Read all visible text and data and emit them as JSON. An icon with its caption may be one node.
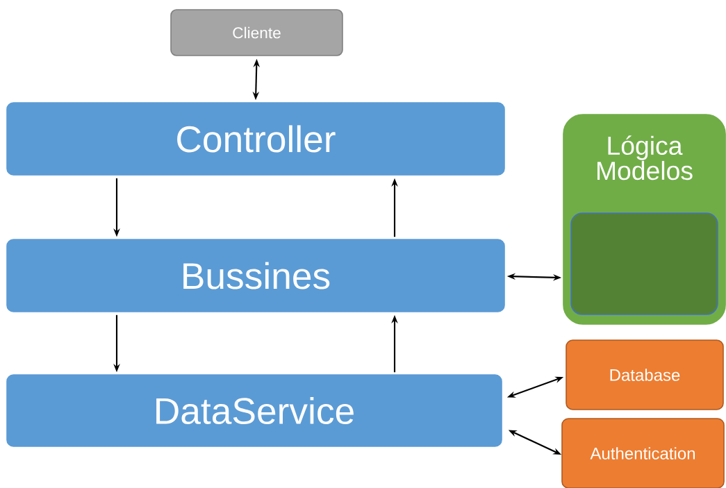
{
  "diagram": {
    "nodes": [
      {
        "text": [
          "Cliente"
        ]
      },
      {
        "text": [
          "Controller"
        ]
      },
      {
        "text": [
          "Bussines"
        ]
      },
      {
        "text": [
          "DataService"
        ]
      },
      {
        "text": [
          "Lógica Modelos"
        ]
      },
      {
        "text": [],
        "shape": "box",
        "in": 4
      },
      {
        "text": [
          "Database"
        ]
      },
      {
        "text": [
          "Authentication"
        ]
      }
    ],
    "edges": [
      {
        "from": 0,
        "to": 1,
        "arrow": "both"
      },
      {
        "from": 1,
        "to": 2,
        "arrow": "to"
      },
      {
        "from": 2,
        "to": 1,
        "arrow": "to"
      },
      {
        "from": 2,
        "to": 3,
        "arrow": "to"
      },
      {
        "from": 3,
        "to": 2,
        "arrow": "to"
      },
      {
        "from": 2,
        "to": 4,
        "arrow": "both"
      },
      {
        "from": 3,
        "to": 6,
        "arrow": "both"
      },
      {
        "from": 3,
        "to": 7,
        "arrow": "both"
      }
    ]
  }
}
